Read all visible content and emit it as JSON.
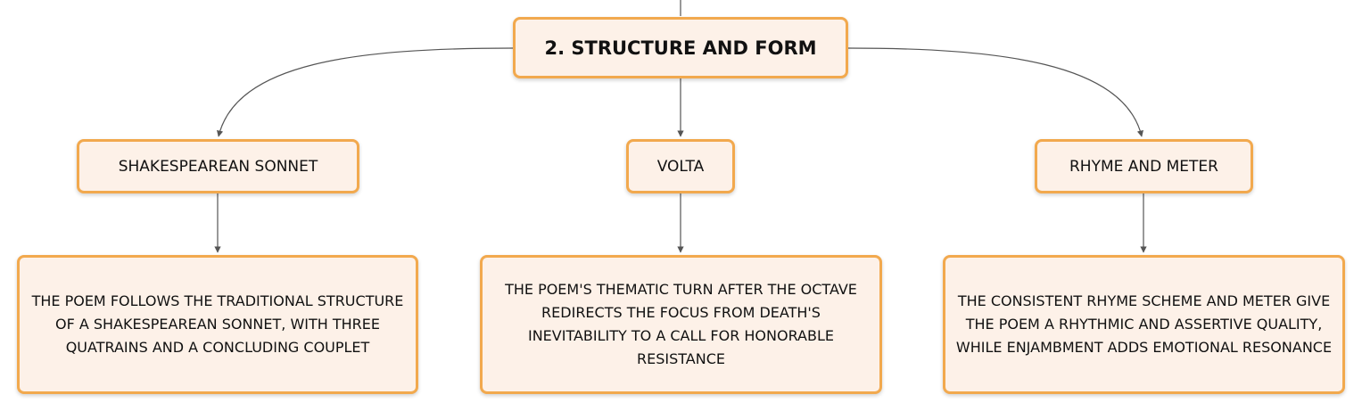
{
  "root": {
    "label": "2. STRUCTURE AND FORM"
  },
  "branches": [
    {
      "topic": "SHAKESPEAREAN SONNET",
      "detail": "THE POEM FOLLOWS THE TRADITIONAL STRUCTURE OF A SHAKESPEAREAN SONNET, WITH THREE QUATRAINS AND A CONCLUDING COUPLET"
    },
    {
      "topic": "VOLTA",
      "detail": "THE POEM'S THEMATIC TURN AFTER THE OCTAVE REDIRECTS THE FOCUS FROM DEATH'S INEVITABILITY TO A CALL FOR HONORABLE RESISTANCE"
    },
    {
      "topic": "RHYME AND METER",
      "detail": "THE CONSISTENT RHYME SCHEME AND METER GIVE THE POEM A RHYTHMIC AND ASSERTIVE QUALITY, WHILE ENJAMBMENT ADDS EMOTIONAL RESONANCE"
    }
  ],
  "colors": {
    "node_fill": "#fdf1e8",
    "node_border": "#f2a94e",
    "connector": "#555555",
    "text": "#111111"
  }
}
